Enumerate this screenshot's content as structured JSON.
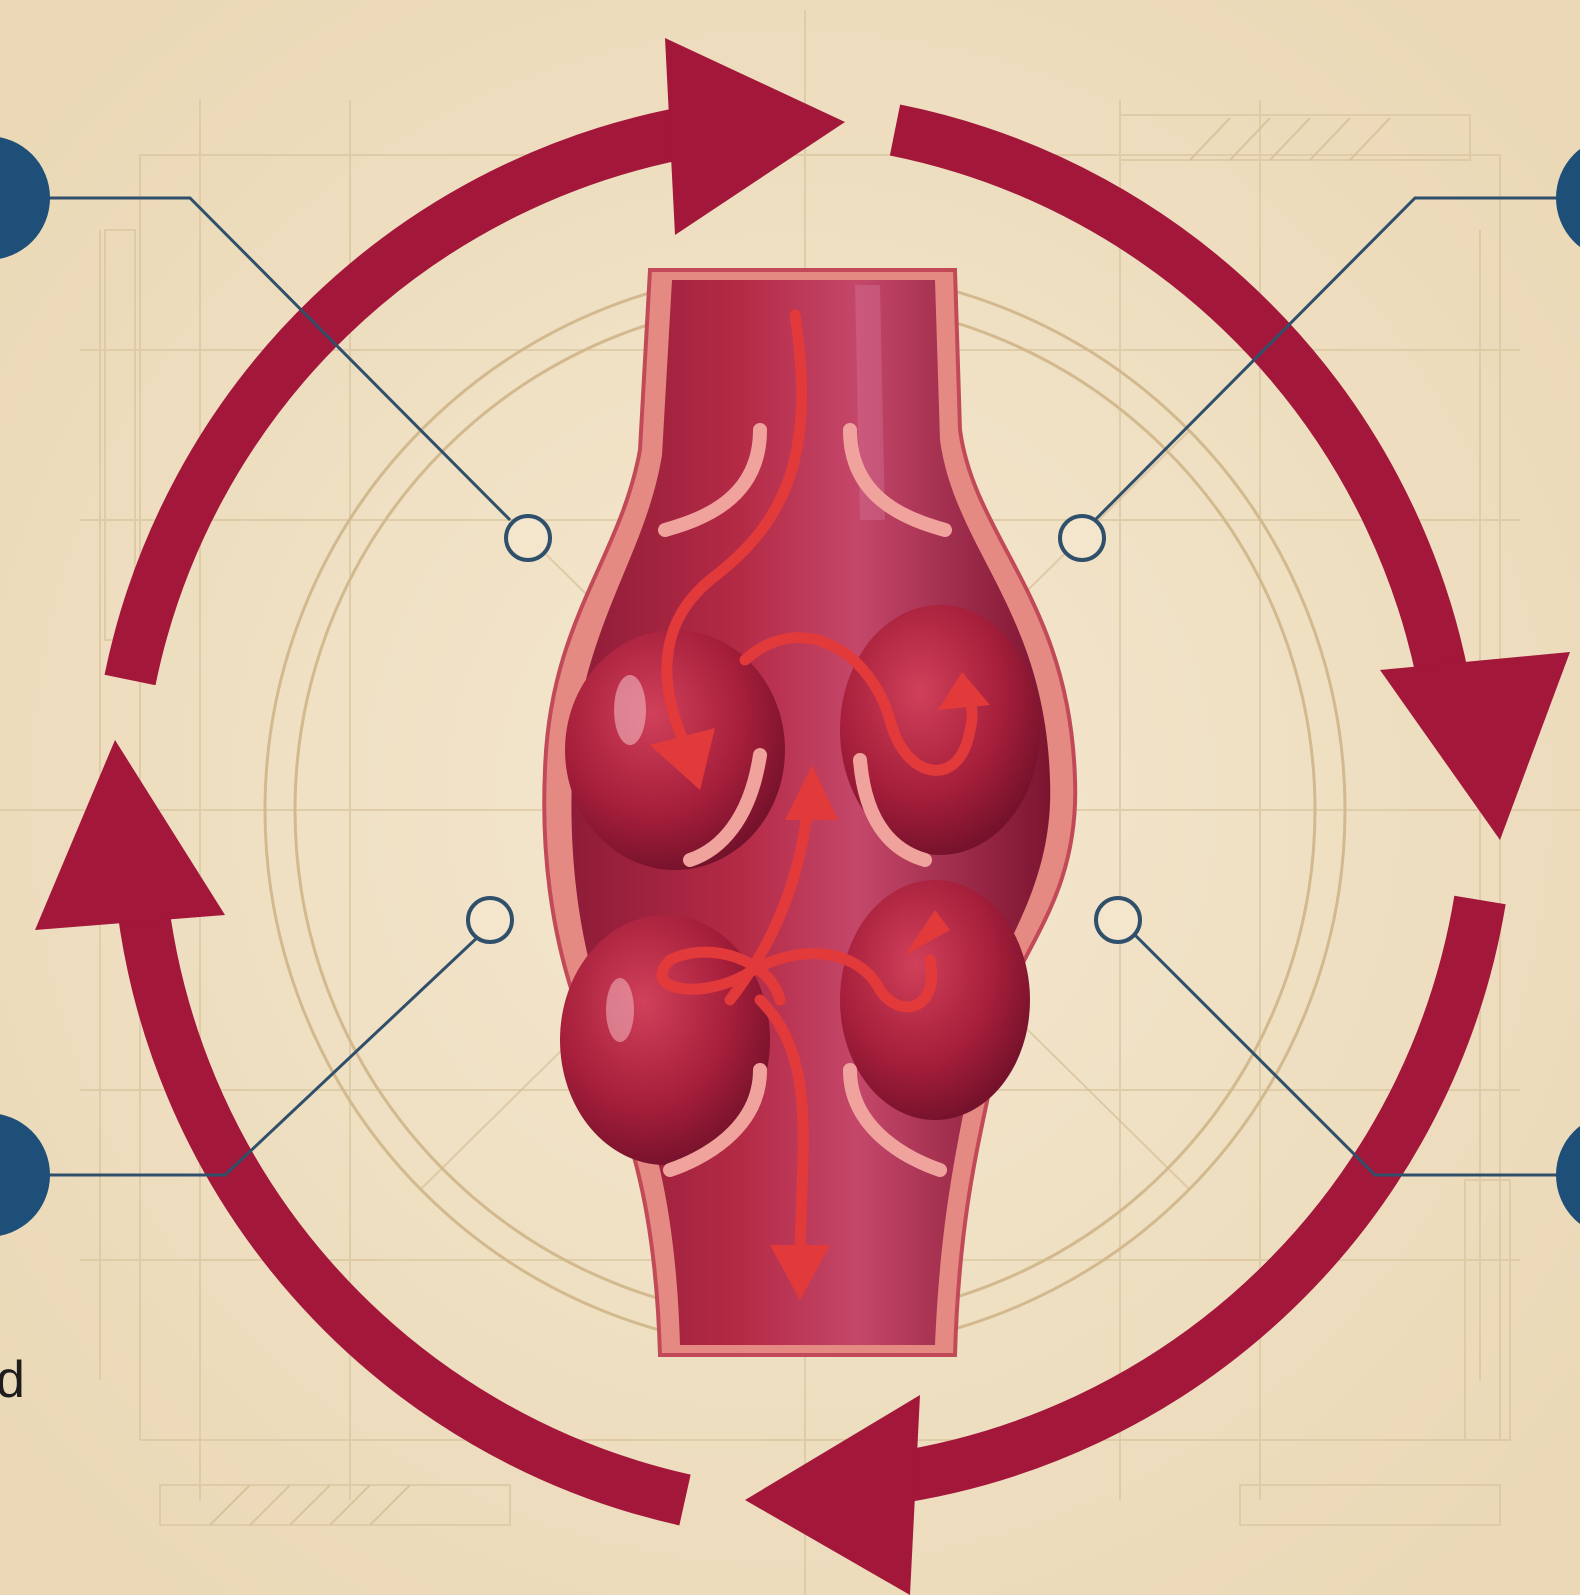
{
  "colors": {
    "background": "#efe0c4",
    "paper_light": "#f5e8d0",
    "grid_line": "#d8c29a",
    "cycle_arrow": "#a3173a",
    "callout_node": "#1e4f78",
    "callout_line": "#2f4f6b",
    "vein_dark": "#7c1430",
    "vein_mid": "#b2273f",
    "vein_wall": "#e47d7a",
    "flow_arrow": "#e23a3a"
  },
  "diagram": {
    "cycle_arrow_icon": "circular-cycle-arrows",
    "center_icon": "varicose-vein-cross-section",
    "callouts": [
      {
        "position": "top-left",
        "node_icon": "callout-node-icon",
        "anchor_icon": "callout-anchor-ring-icon"
      },
      {
        "position": "top-right",
        "node_icon": "callout-node-icon",
        "anchor_icon": "callout-anchor-ring-icon"
      },
      {
        "position": "bottom-left",
        "node_icon": "callout-node-icon",
        "anchor_icon": "callout-anchor-ring-icon"
      },
      {
        "position": "bottom-right",
        "node_icon": "callout-node-icon",
        "anchor_icon": "callout-anchor-ring-icon"
      }
    ]
  },
  "edge_text": {
    "left_bottom_fragment": "d"
  }
}
